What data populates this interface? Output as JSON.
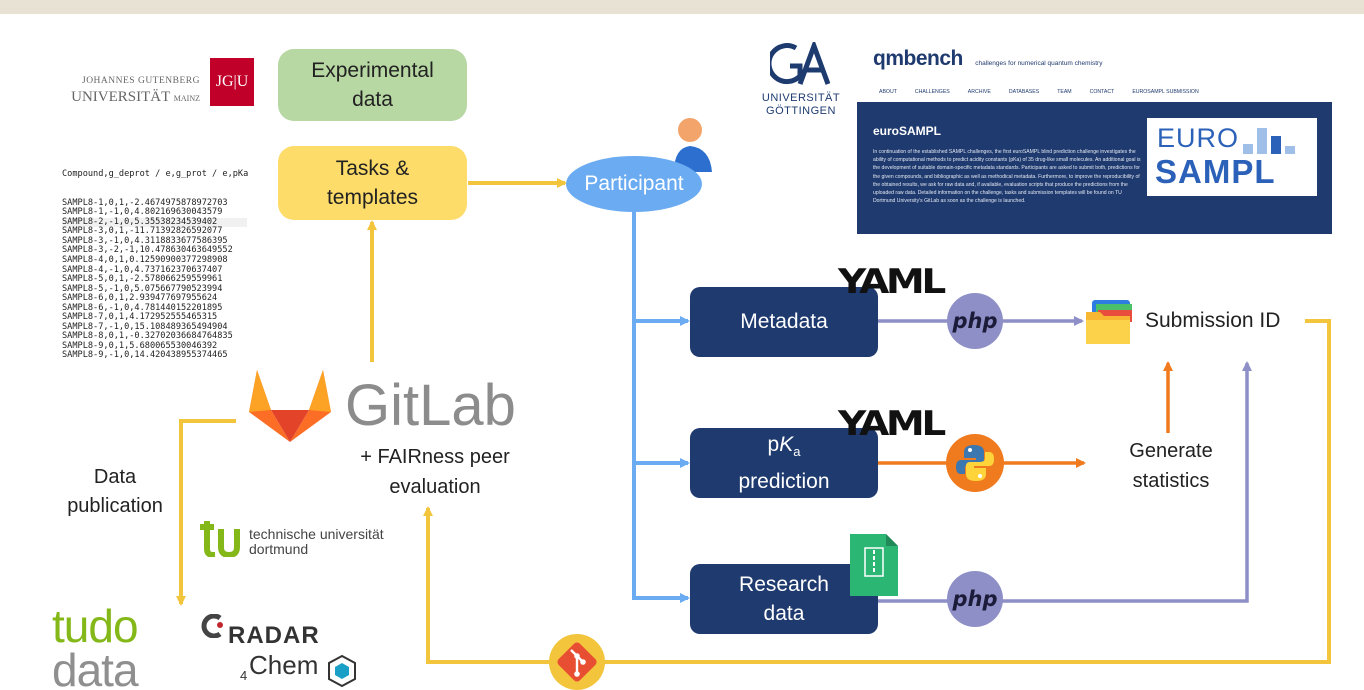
{
  "labels": {
    "experimental_data": "Experimental\ndata",
    "tasks_templates": "Tasks &\ntemplates",
    "participant": "Participant",
    "metadata": "Metadata",
    "pka_p": "p",
    "pka_k": "K",
    "pka_sub": "a",
    "pka_prediction": "prediction",
    "research_data": "Research\ndata",
    "submission_id": "Submission ID",
    "generate_statistics": "Generate\nstatistics",
    "data_publication": "Data\npublication",
    "fairness": "+ FAIRness peer\nevaluation",
    "gitlab": "GitLab",
    "yaml": "YAML",
    "php": "php"
  },
  "logos": {
    "jgu_line1": "JOHANNES GUTENBERG",
    "jgu_line2": "UNIVERSITÄT",
    "jgu_mainz": "MAINZ",
    "jgu_box": "JG|U",
    "goettingen_1": "UNIVERSITÄT",
    "goettingen_2": "GÖTTINGEN",
    "tu_line1": "technische universität",
    "tu_line2": "dortmund",
    "tudo_1": "tudo",
    "tudo_2": "data",
    "radar": "RADAR",
    "chem_sub": "4",
    "chem": "Chem"
  },
  "qmbench": {
    "brand": "qmbench",
    "tagline": "challenges for numerical quantum chemistry",
    "nav": [
      "ABOUT",
      "CHALLENGES",
      "ARCHIVE",
      "DATABASES",
      "TEAM",
      "CONTACT",
      "EUROSAMPL SUBMISSION"
    ],
    "title": "euroSAMPL",
    "body": "In continuation of the established SAMPL challenges, the first euroSAMPL blind prediction challenge investigates the ability of computational methods to predict acidity constants (pKa) of 35 drug-like small molecules. An additional goal is the development of suitable domain-specific metadata standards. Participants are asked to submit both, predictions for the given compounds, and bibliographic as well as methodical metadata. Furthermore, to improve the reproducibility of the obtained results, we ask for raw data and, if available, evaluation scripts that produce the predictions from the uploaded raw data. Detailed information on the challenge, tasks and submission templates will be found on TU Dortmund University's GitLab as soon as the challenge is launched.",
    "logo_euro": "EURO",
    "logo_sampl": "SAMPL"
  },
  "csv": {
    "header": "Compound,g_deprot / e,g_prot / e,pKa",
    "rows": [
      "SAMPL8-1,0,1,-2.4674975878972703",
      "SAMPL8-1,-1,0,4.802169630043579",
      "SAMPL8-2,-1,0,5.35538234539402",
      "SAMPL8-3,0,1,-11.71392826592077",
      "SAMPL8-3,-1,0,4.3118833677586395",
      "SAMPL8-3,-2,-1,10.478630463649552",
      "SAMPL8-4,0,1,0.12590900377298908",
      "SAMPL8-4,-1,0,4.737162370637407",
      "SAMPL8-5,0,1,-2.578066259559961",
      "SAMPL8-5,-1,0,5.075667790523994",
      "SAMPL8-6,0,1,2.939477697955624",
      "SAMPL8-6,-1,0,4.781440152201895",
      "SAMPL8-7,0,1,4.172952555465315",
      "SAMPL8-7,-1,0,15.108489365494904",
      "SAMPL8-8,0,1,-0.32702036684764835",
      "SAMPL8-9,0,1,5.680065530046392",
      "SAMPL8-9,-1,0,14.420438955374465"
    ]
  },
  "colors": {
    "navy": "#1f3a6e",
    "participant_blue": "#6aabf2",
    "arrow_blue": "#6aabf2",
    "arrow_yellow": "#f2c53d",
    "arrow_orange": "#f07a1e",
    "arrow_purple": "#8d8fc6",
    "green_box": "#b7d7a3",
    "yellow_box": "#fddc6a",
    "tu_green": "#84b819"
  }
}
